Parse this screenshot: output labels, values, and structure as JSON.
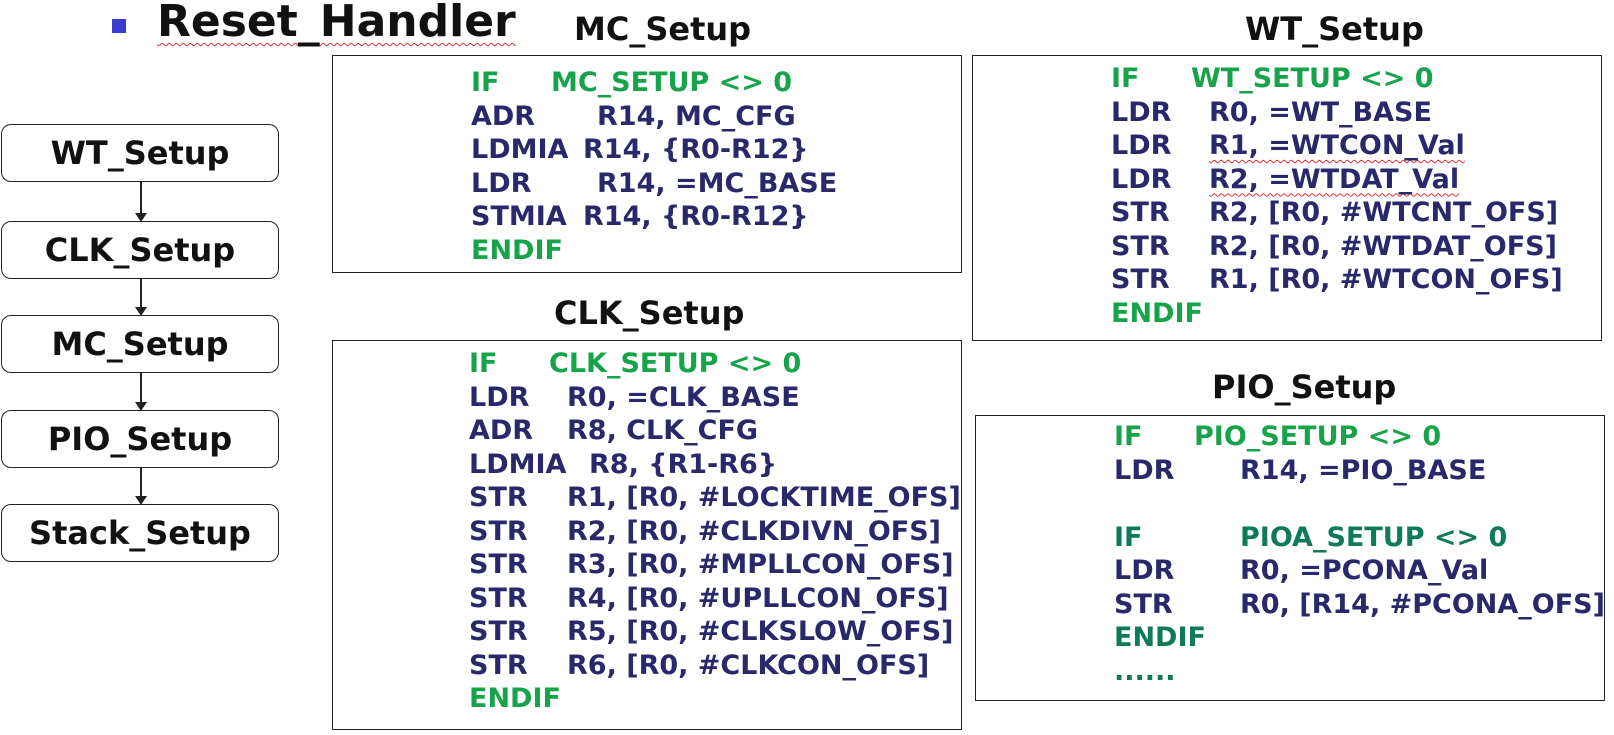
{
  "title": "Reset_Handler",
  "flow": {
    "steps": [
      "WT_Setup",
      "CLK_Setup",
      "MC_Setup",
      "PIO_Setup",
      "Stack_Setup"
    ]
  },
  "mc": {
    "title": "MC_Setup",
    "lines": [
      {
        "op": "IF",
        "arg": "MC_SETUP <> 0",
        "kind": "keyword"
      },
      {
        "op": "ADR",
        "arg": "R14, MC_CFG",
        "kind": "instr"
      },
      {
        "op": "LDMIA",
        "arg": "R14, {R0-R12}",
        "kind": "instr"
      },
      {
        "op": "LDR",
        "arg": "R14, =MC_BASE",
        "kind": "instr"
      },
      {
        "op": "STMIA",
        "arg": "R14, {R0-R12}",
        "kind": "instr"
      },
      {
        "op": "ENDIF",
        "arg": "",
        "kind": "keyword"
      }
    ]
  },
  "clk": {
    "title": "CLK_Setup",
    "lines": [
      {
        "op": "IF",
        "arg": "CLK_SETUP <> 0",
        "kind": "keyword"
      },
      {
        "op": "LDR",
        "arg": "R0, =CLK_BASE",
        "kind": "instr"
      },
      {
        "op": "ADR",
        "arg": "R8, CLK_CFG",
        "kind": "instr"
      },
      {
        "op": "LDMIA",
        "arg": "R8, {R1-R6}",
        "kind": "instr"
      },
      {
        "op": "STR",
        "arg": "R1, [R0, #LOCKTIME_OFS]",
        "kind": "instr"
      },
      {
        "op": "STR",
        "arg": "R2, [R0, #CLKDIVN_OFS]",
        "kind": "instr"
      },
      {
        "op": "STR",
        "arg": "R3, [R0, #MPLLCON_OFS]",
        "kind": "instr"
      },
      {
        "op": "STR",
        "arg": "R4, [R0, #UPLLCON_OFS]",
        "kind": "instr"
      },
      {
        "op": "STR",
        "arg": "R5, [R0, #CLKSLOW_OFS]",
        "kind": "instr"
      },
      {
        "op": "STR",
        "arg": "R6, [R0, #CLKCON_OFS]",
        "kind": "instr"
      },
      {
        "op": "ENDIF",
        "arg": "",
        "kind": "keyword"
      }
    ]
  },
  "wt": {
    "title": "WT_Setup",
    "lines": [
      {
        "op": "IF",
        "arg": "WT_SETUP <> 0",
        "kind": "keyword"
      },
      {
        "op": "LDR",
        "arg": "R0, =WT_BASE",
        "kind": "instr"
      },
      {
        "op": "LDR",
        "arg": "R1, =WTCON_Val",
        "kind": "instr"
      },
      {
        "op": "LDR",
        "arg": "R2, =WTDAT_Val",
        "kind": "instr"
      },
      {
        "op": "STR",
        "arg": "R2, [R0, #WTCNT_OFS]",
        "kind": "instr"
      },
      {
        "op": "STR",
        "arg": "R2, [R0, #WTDAT_OFS]",
        "kind": "instr"
      },
      {
        "op": "STR",
        "arg": "R1, [R0, #WTCON_OFS]",
        "kind": "instr"
      },
      {
        "op": "ENDIF",
        "arg": "",
        "kind": "keyword"
      }
    ]
  },
  "pio": {
    "title": "PIO_Setup",
    "lines": [
      {
        "op": "IF",
        "arg": "PIO_SETUP <> 0",
        "kind": "keyword"
      },
      {
        "op": "LDR",
        "arg": "R14, =PIO_BASE",
        "kind": "instr"
      },
      {
        "op": "",
        "arg": "",
        "kind": "blank"
      },
      {
        "op": "IF",
        "arg": "PIOA_SETUP <> 0",
        "kind": "keyword-dark"
      },
      {
        "op": "LDR",
        "arg": "R0, =PCONA_Val",
        "kind": "instr"
      },
      {
        "op": "STR",
        "arg": "R0, [R14, #PCONA_OFS]",
        "kind": "instr"
      },
      {
        "op": "ENDIF",
        "arg": "",
        "kind": "keyword-dark"
      },
      {
        "op": "......",
        "arg": "",
        "kind": "keyword-dark"
      }
    ]
  }
}
